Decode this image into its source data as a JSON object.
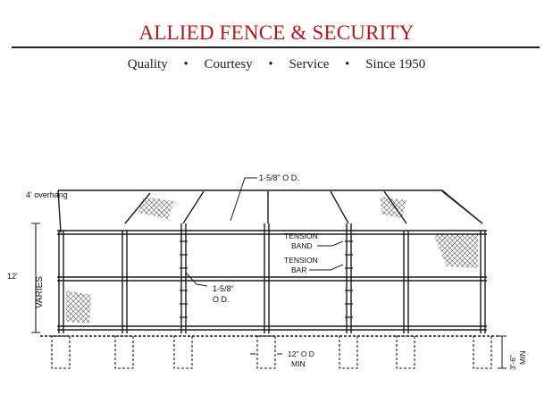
{
  "header": {
    "title": "ALLIED FENCE & SECURITY",
    "title_color": "#b3161b",
    "tagline": [
      "Quality",
      "Courtesy",
      "Service",
      "Since 1950"
    ],
    "separator": "•"
  },
  "annotations": {
    "overhang": "4' overhang",
    "height": "12'"
  },
  "diagram": {
    "callout_top": "1-5/8\" O D.",
    "callout_mid_1": "1-5/8\"",
    "callout_mid_2": "O D.",
    "tension_band_1": "TENSION",
    "tension_band_2": "BAND",
    "tension_bar_1": "TENSION",
    "tension_bar_2": "BAR",
    "varies": "VARIES",
    "footing_1": "12\" O D",
    "footing_2": "MIN",
    "depth_1": "3'-6\"",
    "depth_2": "MIN"
  }
}
